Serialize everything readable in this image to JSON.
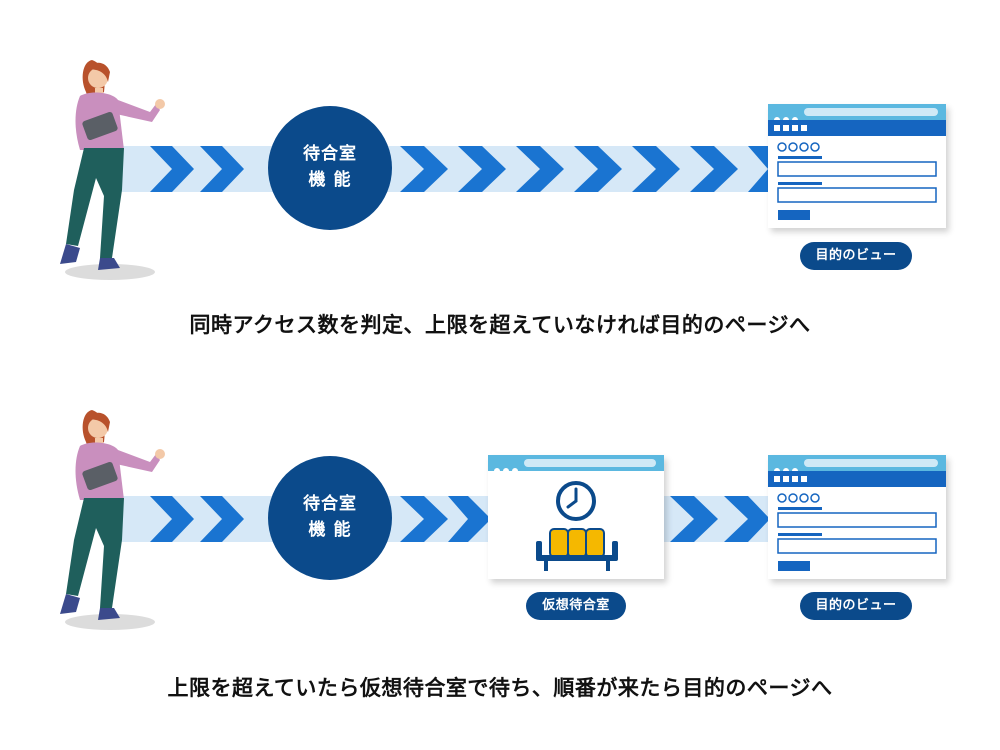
{
  "waiting_room_function": {
    "line1": "待合室",
    "line2": "機 能"
  },
  "target_view_label": "目的のビュー",
  "virtual_waiting_room_label": "仮想待合室",
  "caption_top": "同時アクセス数を判定、上限を超えていなければ目的のページへ",
  "caption_bottom": "上限を超えていたら仮想待合室で待ち、順番が来たら目的のページへ",
  "colors": {
    "arrow_blue": "#1a74d1",
    "arrow_light": "#d6e8f7",
    "circle": "#0b4a8b",
    "browser_titlebar": "#5bb8e0",
    "browser_nav": "#1565c0"
  },
  "icons": [
    "person-walking-icon",
    "clock-icon",
    "bench-icon",
    "browser-window-icon"
  ]
}
